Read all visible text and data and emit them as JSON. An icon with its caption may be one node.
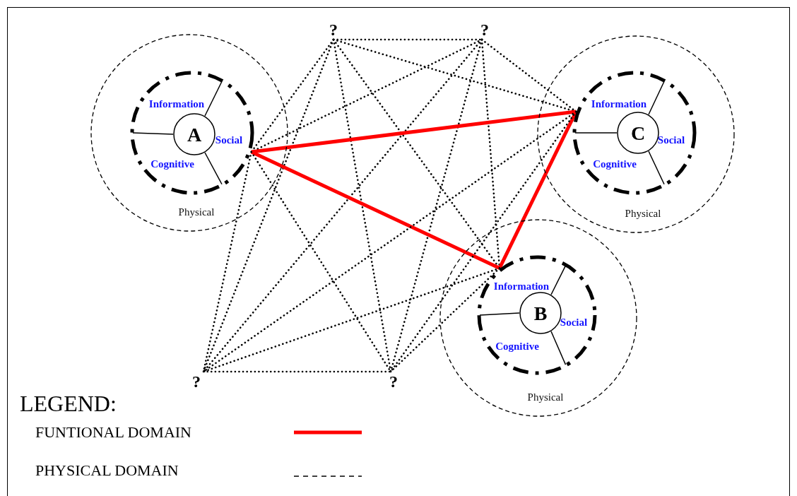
{
  "diagram": {
    "nodes": [
      {
        "text": [
          "?"
        ]
      },
      {
        "text": [
          "?"
        ]
      },
      {
        "text": [
          "Physical"
        ]
      },
      {
        "text": [
          "Information",
          "Social",
          "Cognitive"
        ],
        "in": 2
      },
      {
        "text": [
          "A"
        ],
        "in": 3
      },
      {
        "text": [
          "Physical"
        ]
      },
      {
        "text": [
          "Information",
          "Social",
          "Cognitive"
        ],
        "in": 5
      },
      {
        "text": [
          "C"
        ],
        "in": 6
      },
      {
        "text": [
          "Physical"
        ]
      },
      {
        "text": [
          "Information",
          "Social",
          "Cognitive"
        ],
        "in": 8
      },
      {
        "text": [
          "B"
        ],
        "in": 9
      },
      {
        "text": [
          "?"
        ]
      },
      {
        "text": [
          "?"
        ]
      }
    ],
    "edges": [
      {
        "from": 0,
        "to": 1,
        "arrow": "none",
        "style": "dashed"
      },
      {
        "from": 0,
        "to": 3,
        "arrow": "none",
        "style": "dashed"
      },
      {
        "from": 0,
        "to": 6,
        "arrow": "none",
        "style": "dashed"
      },
      {
        "from": 0,
        "to": 9,
        "arrow": "none",
        "style": "dashed"
      },
      {
        "from": 0,
        "to": 11,
        "arrow": "none",
        "style": "dashed"
      },
      {
        "from": 0,
        "to": 12,
        "arrow": "none",
        "style": "dashed"
      },
      {
        "from": 1,
        "to": 3,
        "arrow": "none",
        "style": "dashed"
      },
      {
        "from": 1,
        "to": 6,
        "arrow": "none",
        "style": "dashed"
      },
      {
        "from": 1,
        "to": 9,
        "arrow": "none",
        "style": "dashed"
      },
      {
        "from": 1,
        "to": 11,
        "arrow": "none",
        "style": "dashed"
      },
      {
        "from": 1,
        "to": 12,
        "arrow": "none",
        "style": "dashed"
      },
      {
        "from": 3,
        "to": 6,
        "arrow": "none",
        "style": "thick",
        "color": "#ff0000"
      },
      {
        "from": 3,
        "to": 9,
        "arrow": "none",
        "style": "thick",
        "color": "#ff0000"
      },
      {
        "from": 6,
        "to": 9,
        "arrow": "none",
        "style": "thick",
        "color": "#ff0000"
      },
      {
        "from": 3,
        "to": 11,
        "arrow": "none",
        "style": "dashed"
      },
      {
        "from": 3,
        "to": 12,
        "arrow": "none",
        "style": "dashed"
      },
      {
        "from": 6,
        "to": 11,
        "arrow": "none",
        "style": "dashed"
      },
      {
        "from": 6,
        "to": 12,
        "arrow": "none",
        "style": "dashed"
      },
      {
        "from": 9,
        "to": 11,
        "arrow": "none",
        "style": "dashed"
      },
      {
        "from": 9,
        "to": 12,
        "arrow": "none",
        "style": "dashed"
      },
      {
        "from": 11,
        "to": 12,
        "arrow": "none",
        "style": "dashed"
      }
    ],
    "labels": [
      "LEGEND:"
    ],
    "legend": [
      {
        "text": "FUNTIONAL DOMAIN"
      },
      {
        "text": "PHYSICAL DOMAIN"
      }
    ]
  }
}
